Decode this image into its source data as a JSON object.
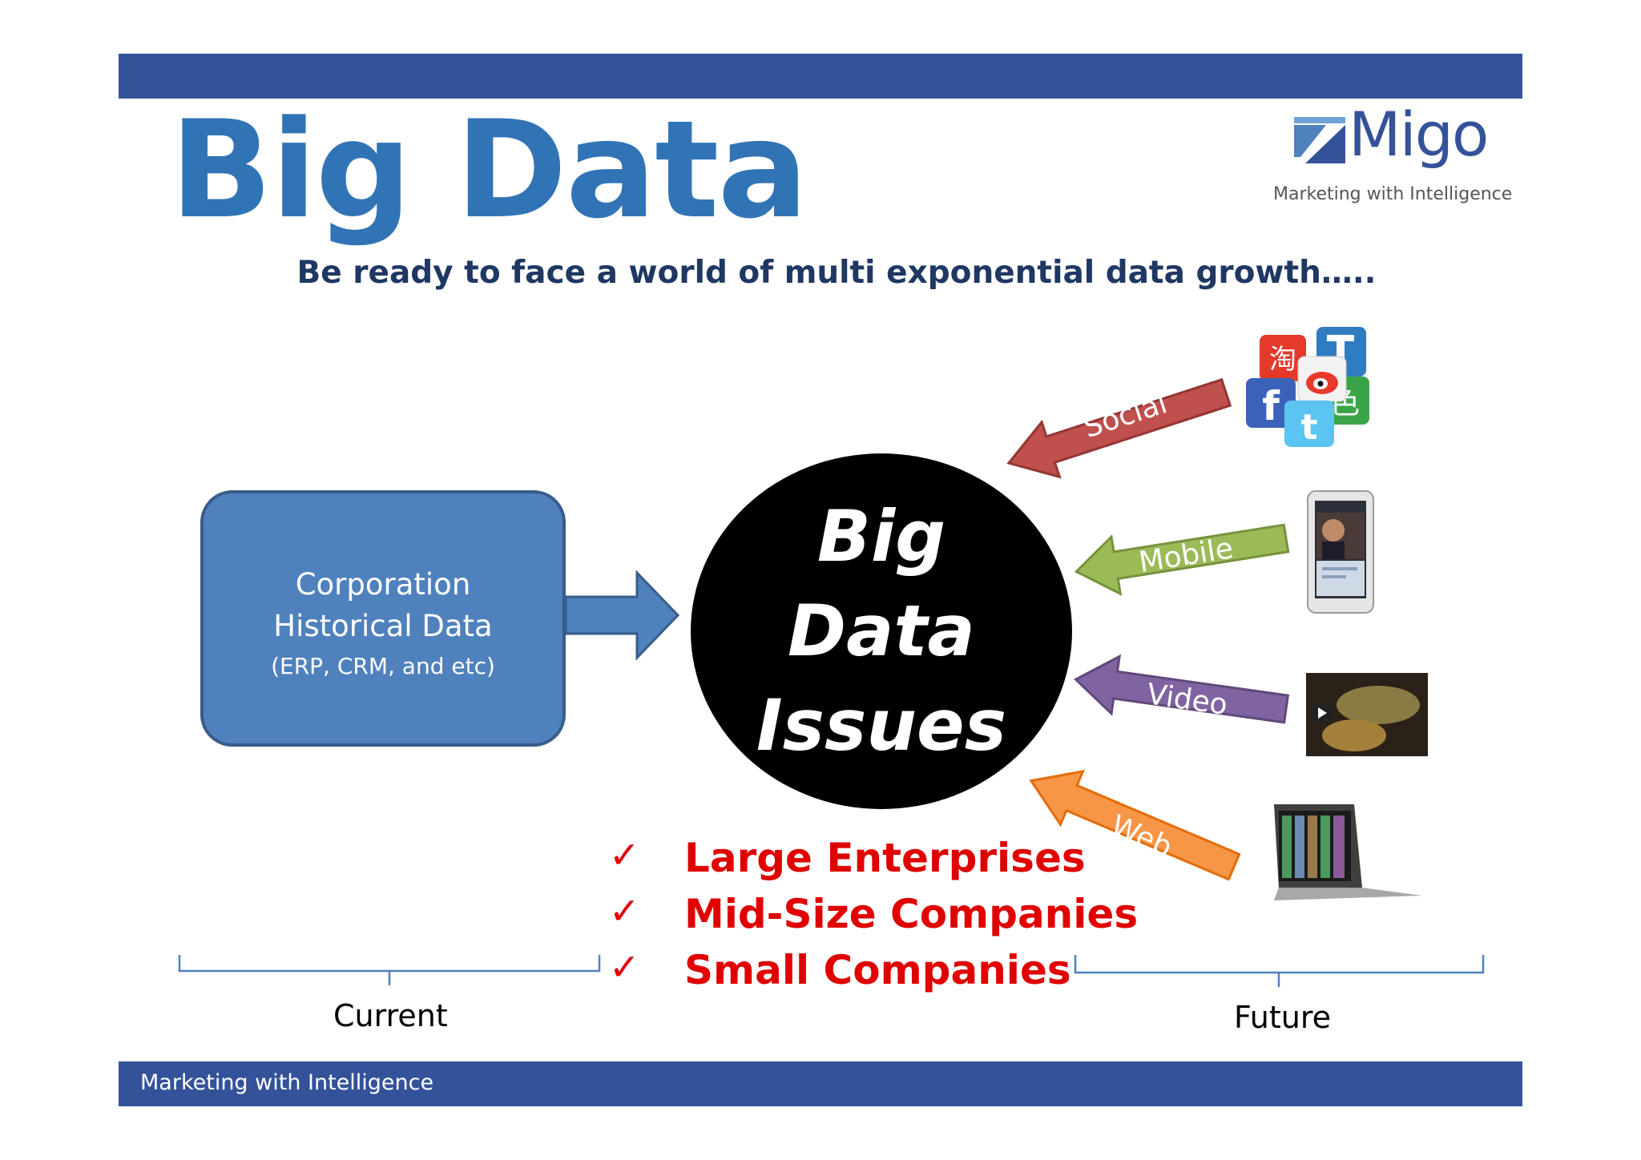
{
  "slide": {
    "title": "Big Data",
    "subtitle": "Be ready to face a world of multi exponential data growth…..",
    "footer": "Marketing with Intelligence"
  },
  "logo": {
    "name": "Migo",
    "tagline": "Marketing with Intelligence"
  },
  "current_source": {
    "line1": "Corporation",
    "line2": "Historical Data",
    "line3": "(ERP, CRM, and etc)"
  },
  "center": {
    "line1": "Big",
    "line2": "Data",
    "line3": "Issues"
  },
  "future_sources": [
    {
      "label": "Social",
      "color": "#c0504d",
      "icon": "social-media-icons"
    },
    {
      "label": "Mobile",
      "color": "#9bbb59",
      "icon": "smartphone-icon"
    },
    {
      "label": "Video",
      "color": "#8064a2",
      "icon": "video-thumbnail-icon"
    },
    {
      "label": "Web",
      "color": "#f79646",
      "icon": "laptop-icon"
    }
  ],
  "checklist": [
    "Large Enterprises",
    "Mid-Size Companies",
    "Small Companies"
  ],
  "braces": {
    "current": "Current",
    "future": "Future"
  },
  "colors": {
    "band": "#34529a",
    "title": "#3174b6",
    "subtitle": "#1f3763",
    "box": "#4f81bd",
    "check": "#e00000"
  }
}
